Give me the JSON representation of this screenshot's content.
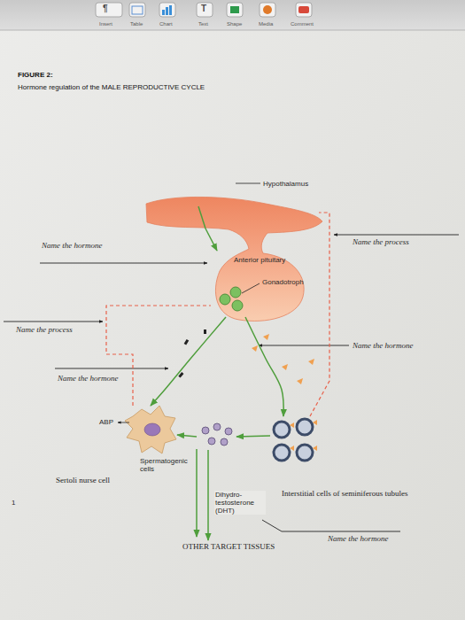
{
  "diagram": {
    "title": "FIGURE 2:",
    "caption": "Hormone regulation of the MALE REPRODUCTIVE CYCLE",
    "nodes": [
      {
        "text": [
          "Hypothalamus"
        ]
      },
      {
        "text": [
          "Anterior pituitary",
          "Gonadotroph"
        ]
      },
      {
        "text": [
          "Sertoli nurse cell"
        ]
      },
      {
        "text": [
          "Spermatogenic cells"
        ]
      },
      {
        "text": [
          "Interstitial cells of seminiferous tubules"
        ]
      },
      {
        "text": [
          "OTHER TARGET TISSUES"
        ]
      }
    ],
    "edges": [
      {
        "from": 0,
        "to": 1,
        "arrow": "to"
      },
      {
        "from": 1,
        "to": 2,
        "arrow": "to"
      },
      {
        "from": 1,
        "to": 4,
        "arrow": "to"
      },
      {
        "from": 4,
        "to": 3,
        "arrow": "to"
      },
      {
        "from": 3,
        "to": 2,
        "arrow": "to"
      },
      {
        "from": 3,
        "to": 5,
        "label": "Dihydro- testosterone (DHT)",
        "arrow": "to"
      },
      {
        "from": 2,
        "to": 1,
        "arrow": "none"
      },
      {
        "from": 4,
        "to": 0,
        "arrow": "none"
      }
    ],
    "labels": [
      "¶",
      "Insert",
      "Table",
      "Chart",
      "T",
      "Text",
      "Shape",
      "Media",
      "Comment",
      "Name the hormone",
      "Name the process",
      "Name the process",
      "Name the hormone",
      "Name the hormone",
      "ABP",
      "1",
      "Name the hormone"
    ]
  }
}
